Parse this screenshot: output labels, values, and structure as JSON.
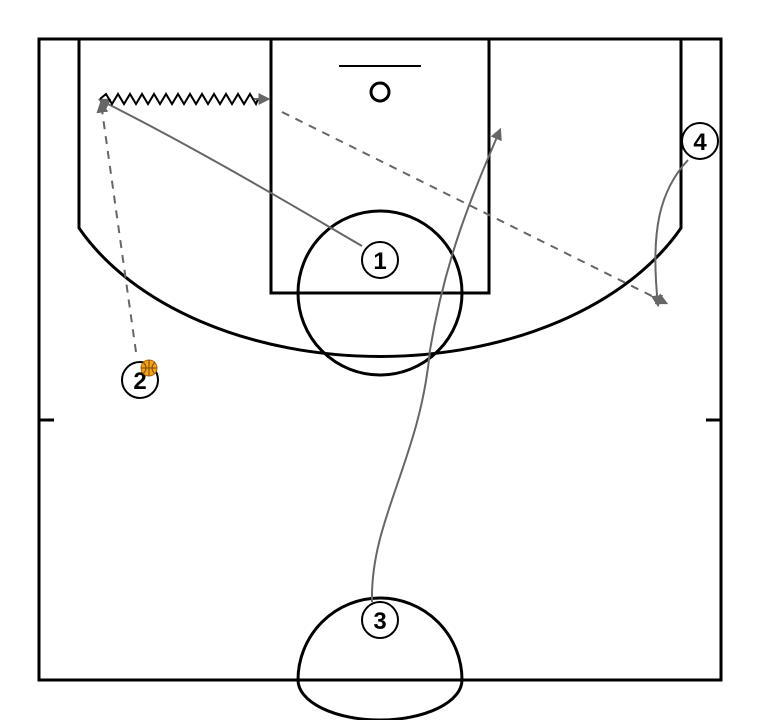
{
  "diagram": {
    "players": [
      {
        "id": "1",
        "label": "1"
      },
      {
        "id": "2",
        "label": "2"
      },
      {
        "id": "3",
        "label": "3"
      },
      {
        "id": "4",
        "label": "4"
      }
    ],
    "ball_holder": "2",
    "colors": {
      "court_lines": "#000000",
      "movement_lines": "#666666",
      "ball_fill": "#f2a21e",
      "ball_stroke": "#b06a00"
    },
    "actions": [
      {
        "type": "cut",
        "from": "1"
      },
      {
        "type": "dribble"
      },
      {
        "type": "pass",
        "from": "2"
      },
      {
        "type": "pass"
      },
      {
        "type": "cut",
        "from": "3"
      },
      {
        "type": "cut",
        "from": "4"
      }
    ]
  }
}
